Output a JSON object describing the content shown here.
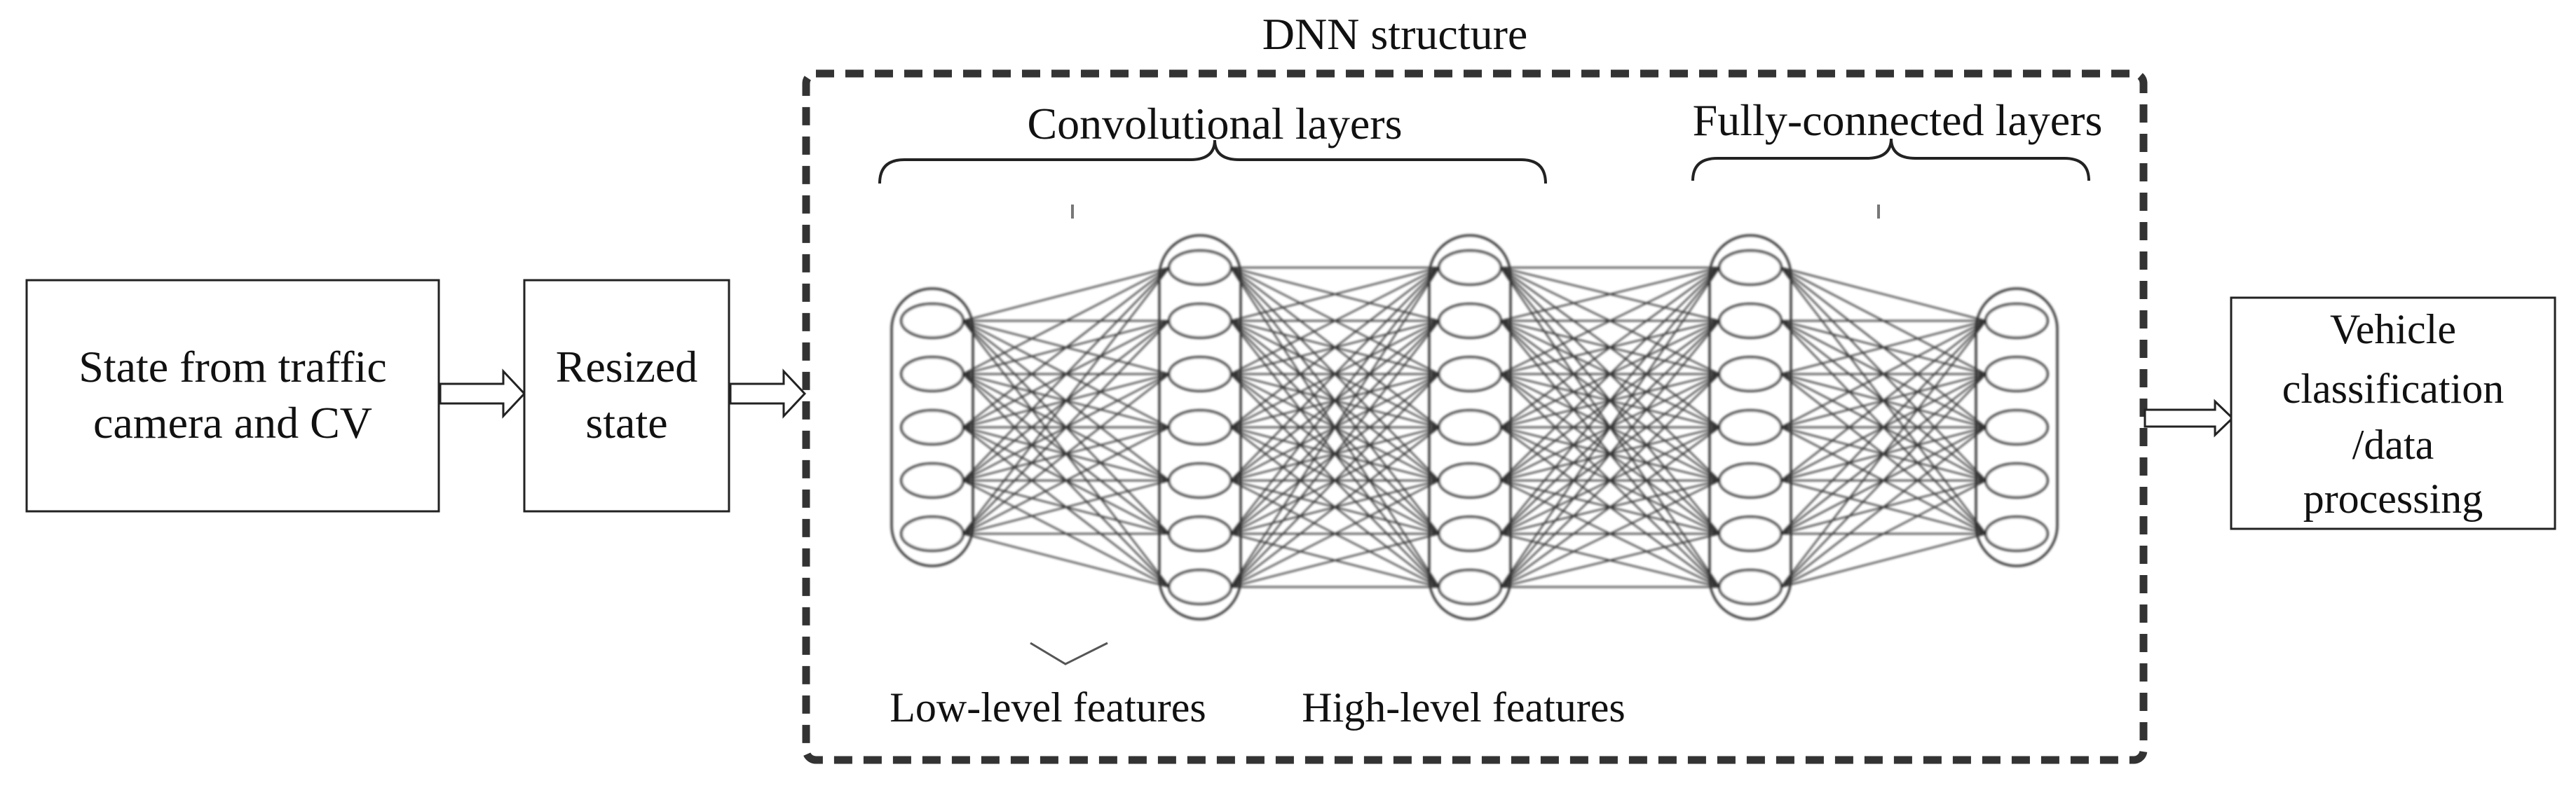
{
  "title": "DNN structure",
  "input_box": {
    "lines": [
      "State from traffic",
      "camera and CV"
    ]
  },
  "resized_box": {
    "lines": [
      "Resized",
      "state"
    ]
  },
  "output_box": {
    "lines": [
      "Vehicle",
      "classification",
      "/data",
      "processing"
    ]
  },
  "brackets": {
    "conv": "Convolutional layers",
    "fc": "Fully-connected layers"
  },
  "features": {
    "low": "Low-level features",
    "high": "High-level features"
  },
  "network": {
    "layer_sizes": [
      5,
      7,
      7,
      7,
      5
    ]
  },
  "colors": {
    "stroke": "#222222",
    "dashed_border": "#333333",
    "node_fill": "#ffffff",
    "edge": "#333333"
  }
}
